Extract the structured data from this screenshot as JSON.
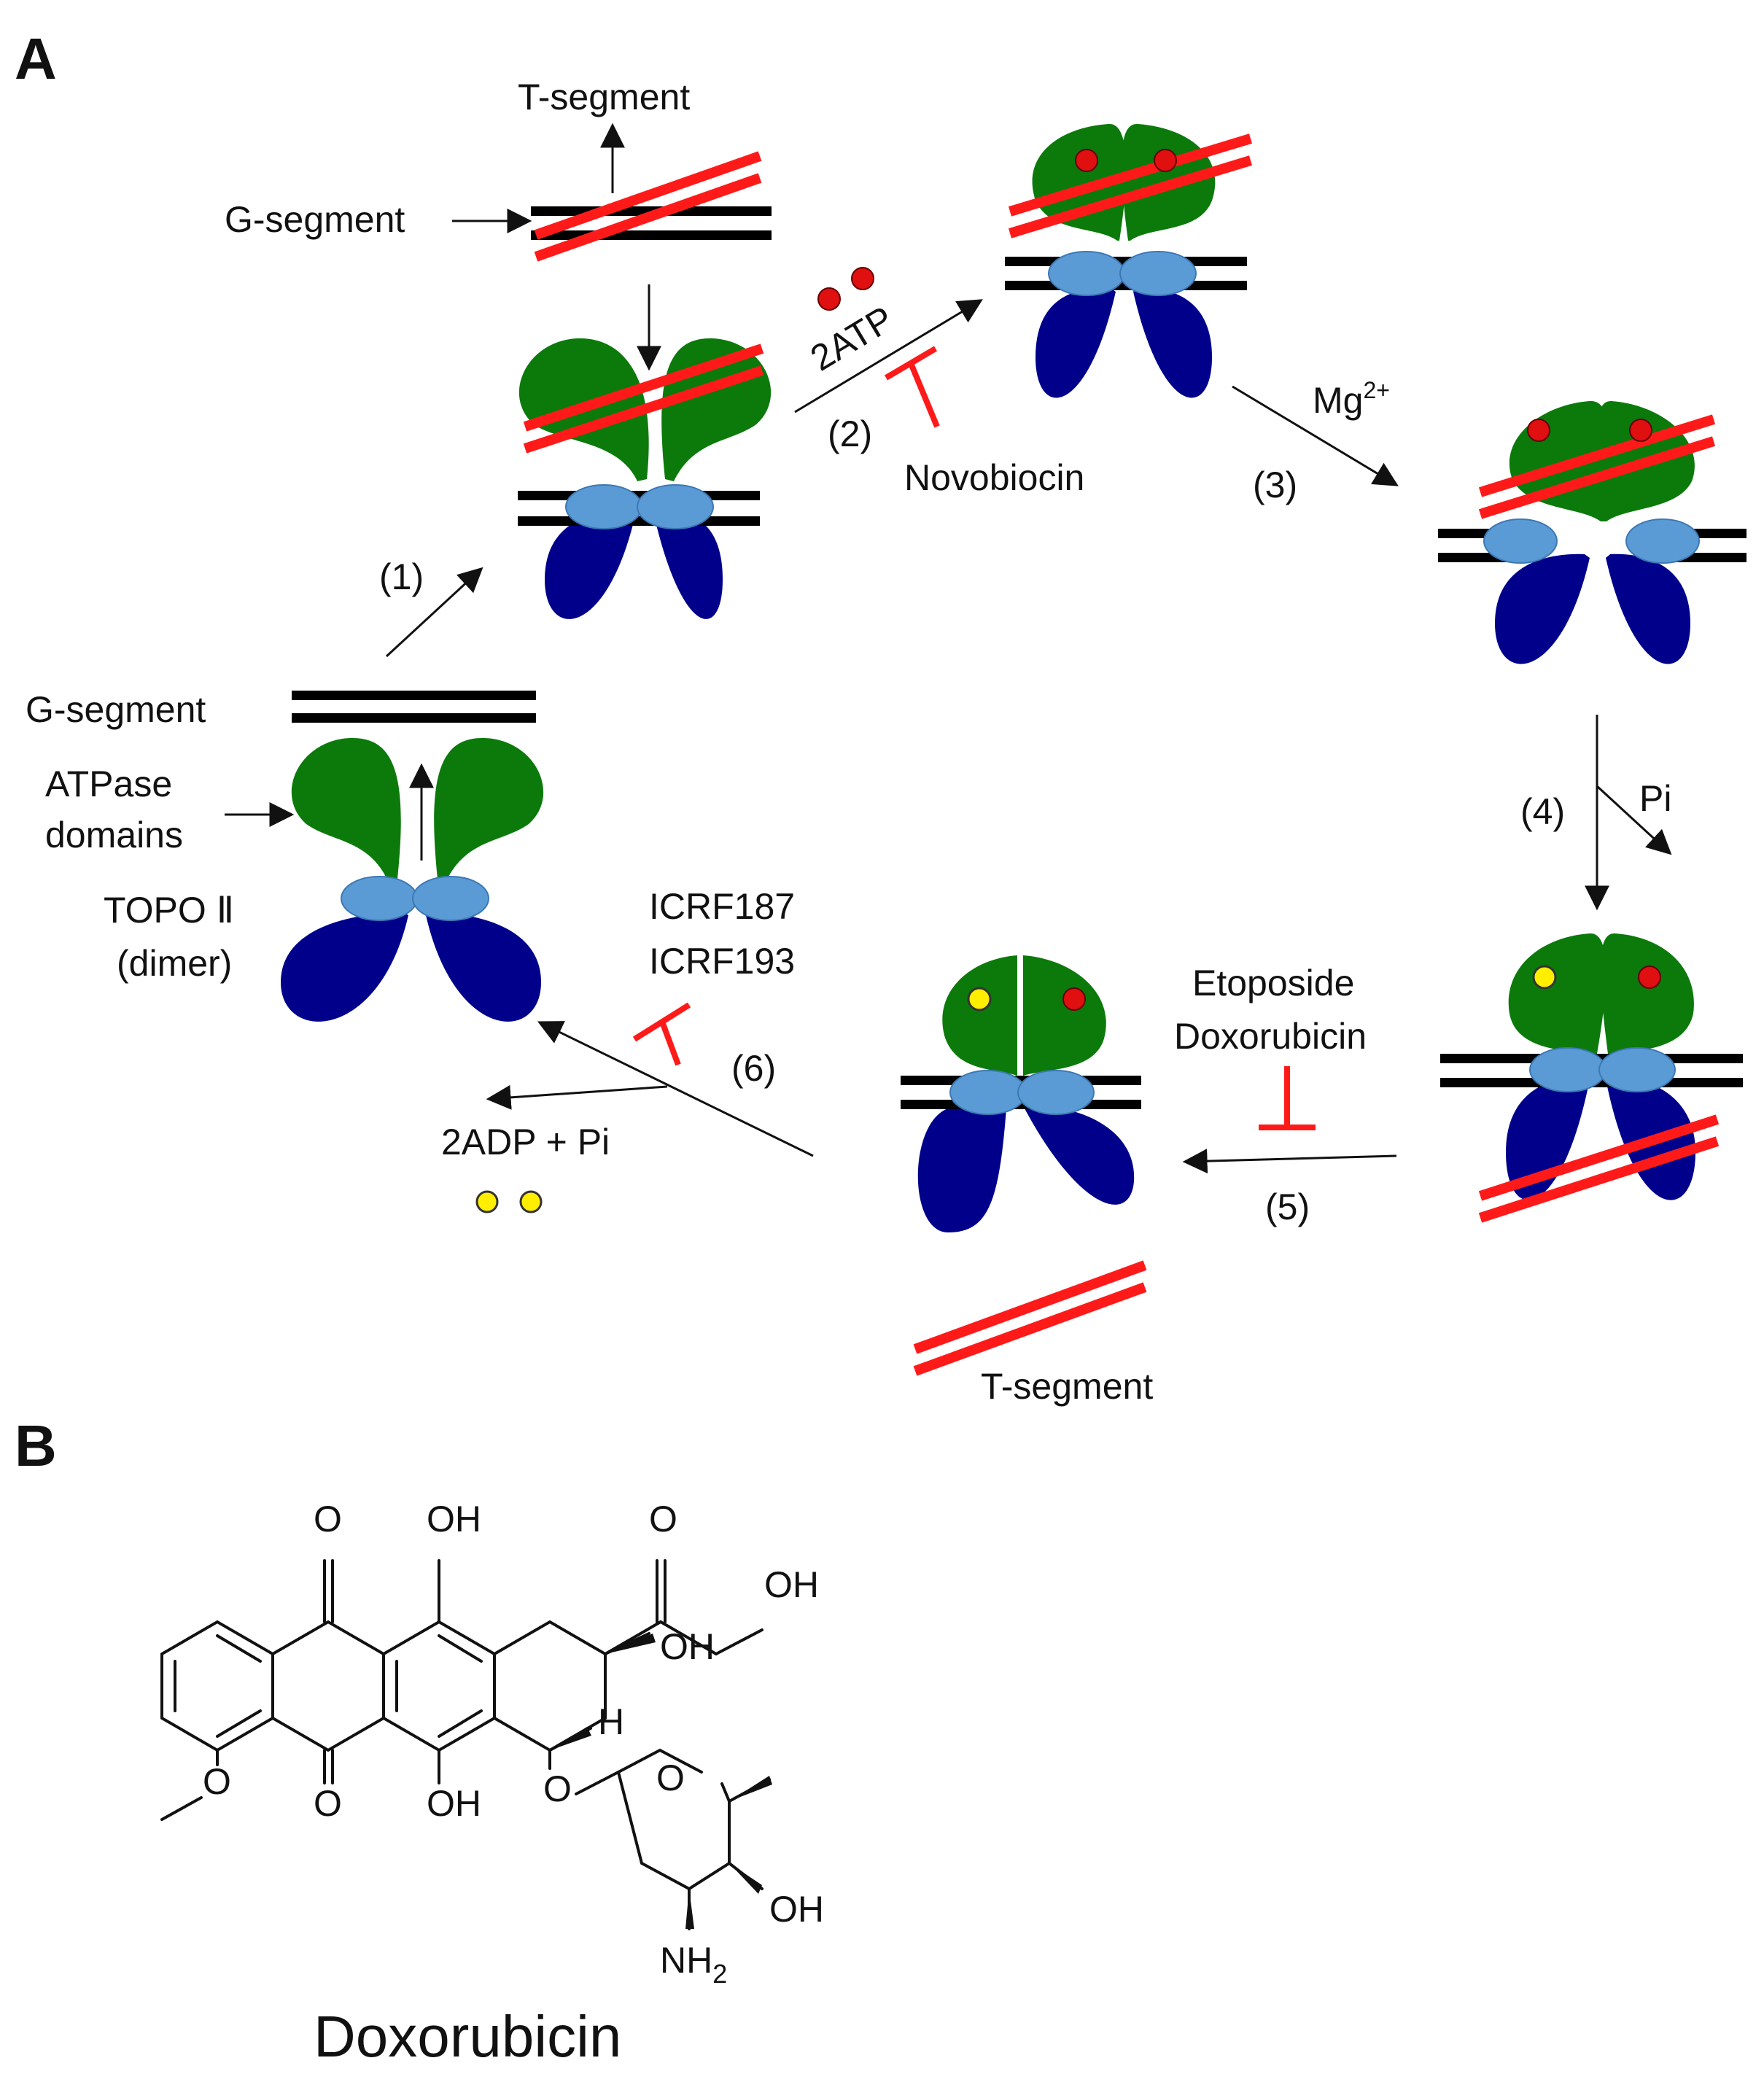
{
  "panels": {
    "a": "A",
    "b": "B"
  },
  "labels": {
    "t_segment_top": "T-segment",
    "g_segment_top": "G-segment",
    "g_segment_left": "G-segment",
    "atpase_line1": "ATPase",
    "atpase_line2": "domains",
    "topo_line1": "TOPO Ⅱ",
    "topo_line2": "(dimer)",
    "t_segment_bottom": "T-segment"
  },
  "steps": [
    "(1)",
    "(2)",
    "(3)",
    "(4)",
    "(5)",
    "(6)"
  ],
  "reagents": {
    "atp": "2ATP",
    "novobiocin": "Novobiocin",
    "mg": "Mg",
    "mg_charge": "2+",
    "pi": "Pi",
    "etoposide": "Etoposide",
    "doxorubicin": "Doxorubicin",
    "icrf187": "ICRF187",
    "icrf193": "ICRF193",
    "adp": "2ADP + Pi"
  },
  "molecule": {
    "name": "Doxorubicin",
    "o_top_left": "O",
    "oh_top_mid": "OH",
    "o_keto": "O",
    "oh_side": "OH",
    "oh_c9": "OH",
    "o_bottom_left": "O",
    "oh_bottom_mid": "OH",
    "o_methoxy": "O",
    "h_c7": "H",
    "o_glycoside": "O",
    "o_ring": "O",
    "oh_sugar": "OH",
    "nh2": "NH",
    "nh2_sub": "2"
  },
  "colors": {
    "atpase_domain": "#0b7a0b",
    "dna_gate": "#5b9bd5",
    "c_gate": "#00008b",
    "t_segment": "#ff1a1a",
    "g_segment": "#000000",
    "atp": "#e01010",
    "adp": "#ffee00",
    "inhibitor": "#ff1a1a"
  }
}
